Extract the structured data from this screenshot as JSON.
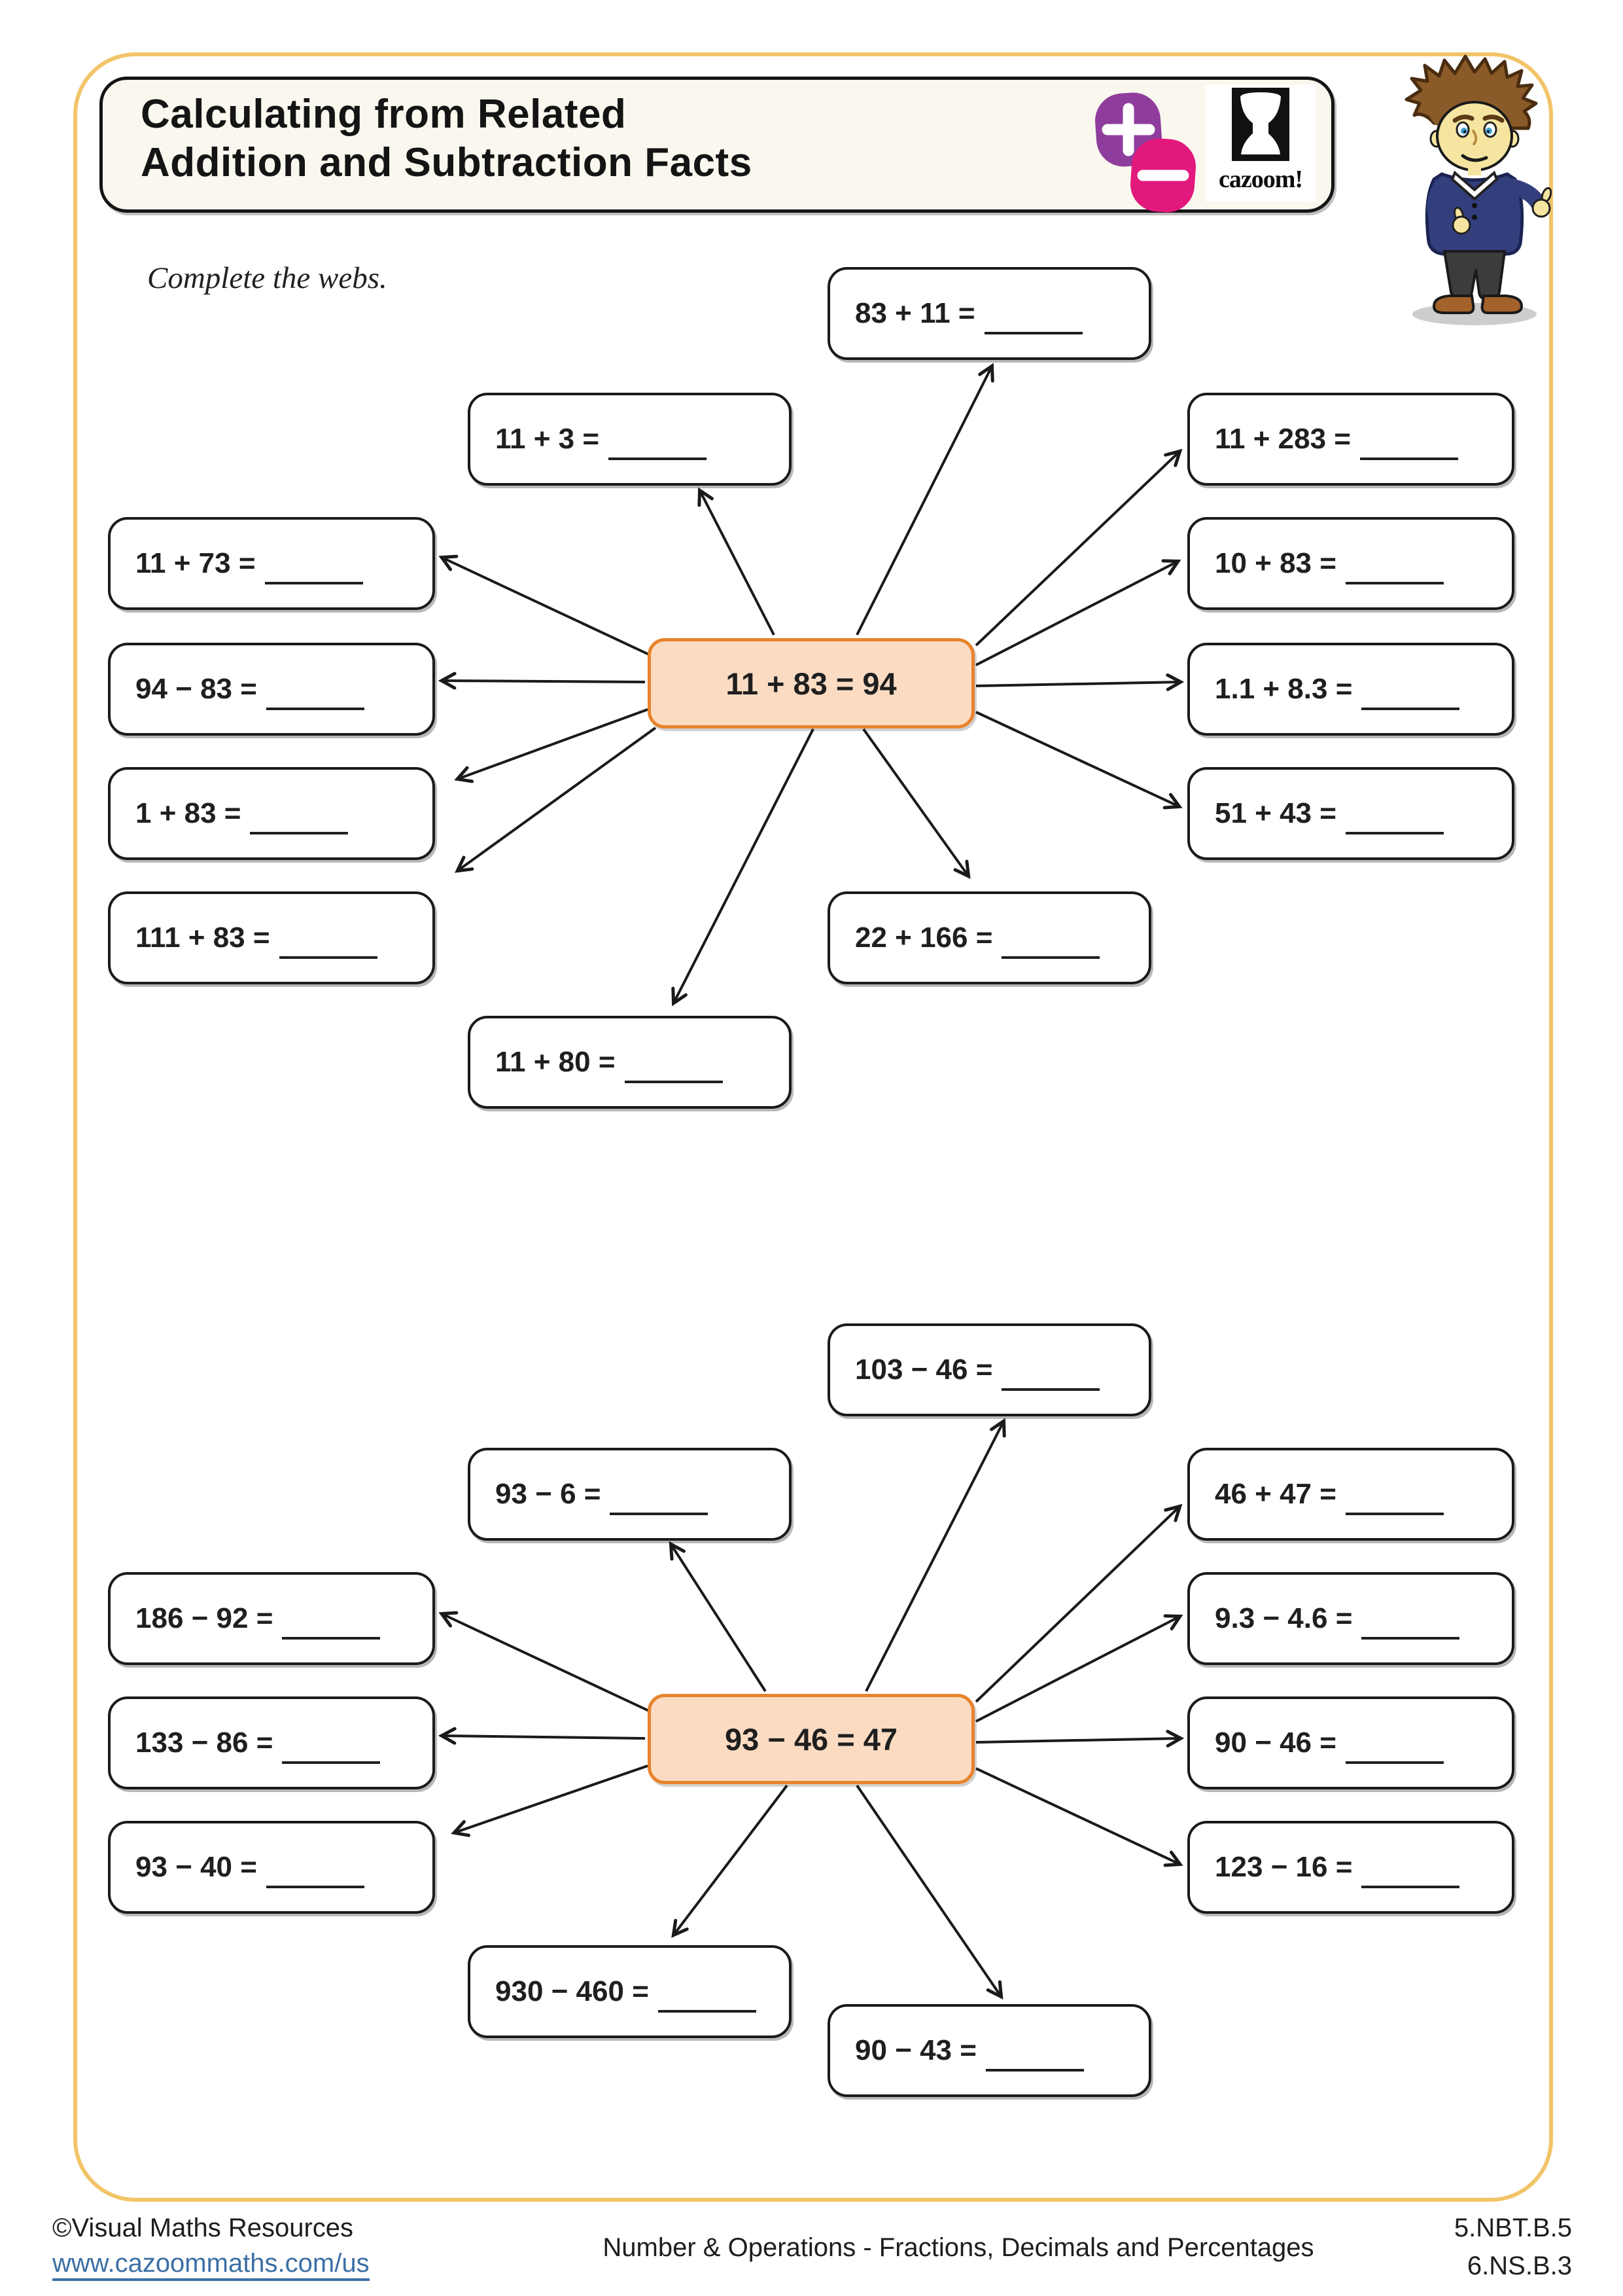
{
  "header": {
    "title_line1": "Calculating from Related",
    "title_line2": "Addition and Subtraction Facts",
    "brand": "cazoom!"
  },
  "icons": {
    "plus": "+",
    "minus": "−",
    "logo": "djembe-drum"
  },
  "instruction": {
    "text": "Complete the webs."
  },
  "webs": [
    {
      "center": "11 + 83 = 94",
      "items": [
        "83 + 11 =",
        "11 + 3 =",
        "11 + 73 =",
        "94 − 83 =",
        "1 + 83 =",
        "111 + 83 =",
        "11 + 283 =",
        "10 + 83 =",
        "1.1 + 8.3 =",
        "51 + 43 =",
        "22 + 166 =",
        "11 + 80 ="
      ]
    },
    {
      "center": "93 − 46 = 47",
      "items": [
        "103 − 46 =",
        "93 − 6 =",
        "186 − 92 =",
        "133 − 86 =",
        "93 − 40 =",
        "46 + 47 =",
        "9.3 − 4.6 =",
        "90 − 46 =",
        "123 − 16 =",
        "930 − 460 =",
        "90 − 43 ="
      ]
    }
  ],
  "footer": {
    "copyright": "©Visual Maths Resources",
    "url": "www.cazoommaths.com/us",
    "topic": "Number & Operations - Fractions, Decimals and Percentages",
    "standards": [
      "5.NBT.B.5",
      "6.NS.B.3"
    ]
  },
  "colors": {
    "frame": "#f2c469",
    "center_fill": "#fbdcc3",
    "center_border": "#e8832c",
    "plus_badge": "#8f3d9d",
    "minus_badge": "#e2187d",
    "link": "#3b6fa5"
  }
}
